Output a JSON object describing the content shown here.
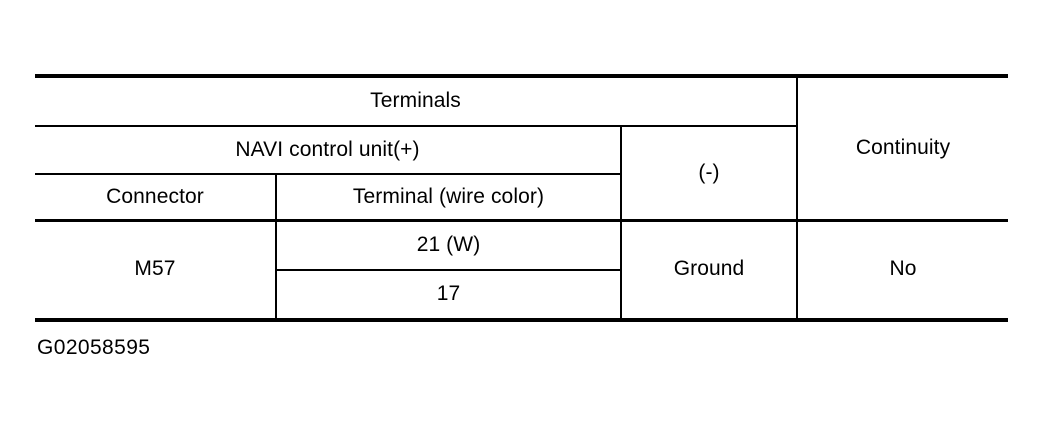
{
  "figure": {
    "caption": "G02058595"
  },
  "table": {
    "headers": {
      "terminals": "Terminals",
      "navi_control_unit": "NAVI control unit(+)",
      "connector": "Connector",
      "terminal_wire_color": "Terminal (wire color)",
      "negative": "(-)",
      "continuity": "Continuity"
    },
    "rows": [
      {
        "connector": "M57",
        "terminals": [
          "21 (W)",
          "17"
        ],
        "negative": "Ground",
        "continuity": "No"
      }
    ]
  },
  "style": {
    "line_color": "#000000",
    "background": "#ffffff",
    "text_color": "#000000"
  }
}
